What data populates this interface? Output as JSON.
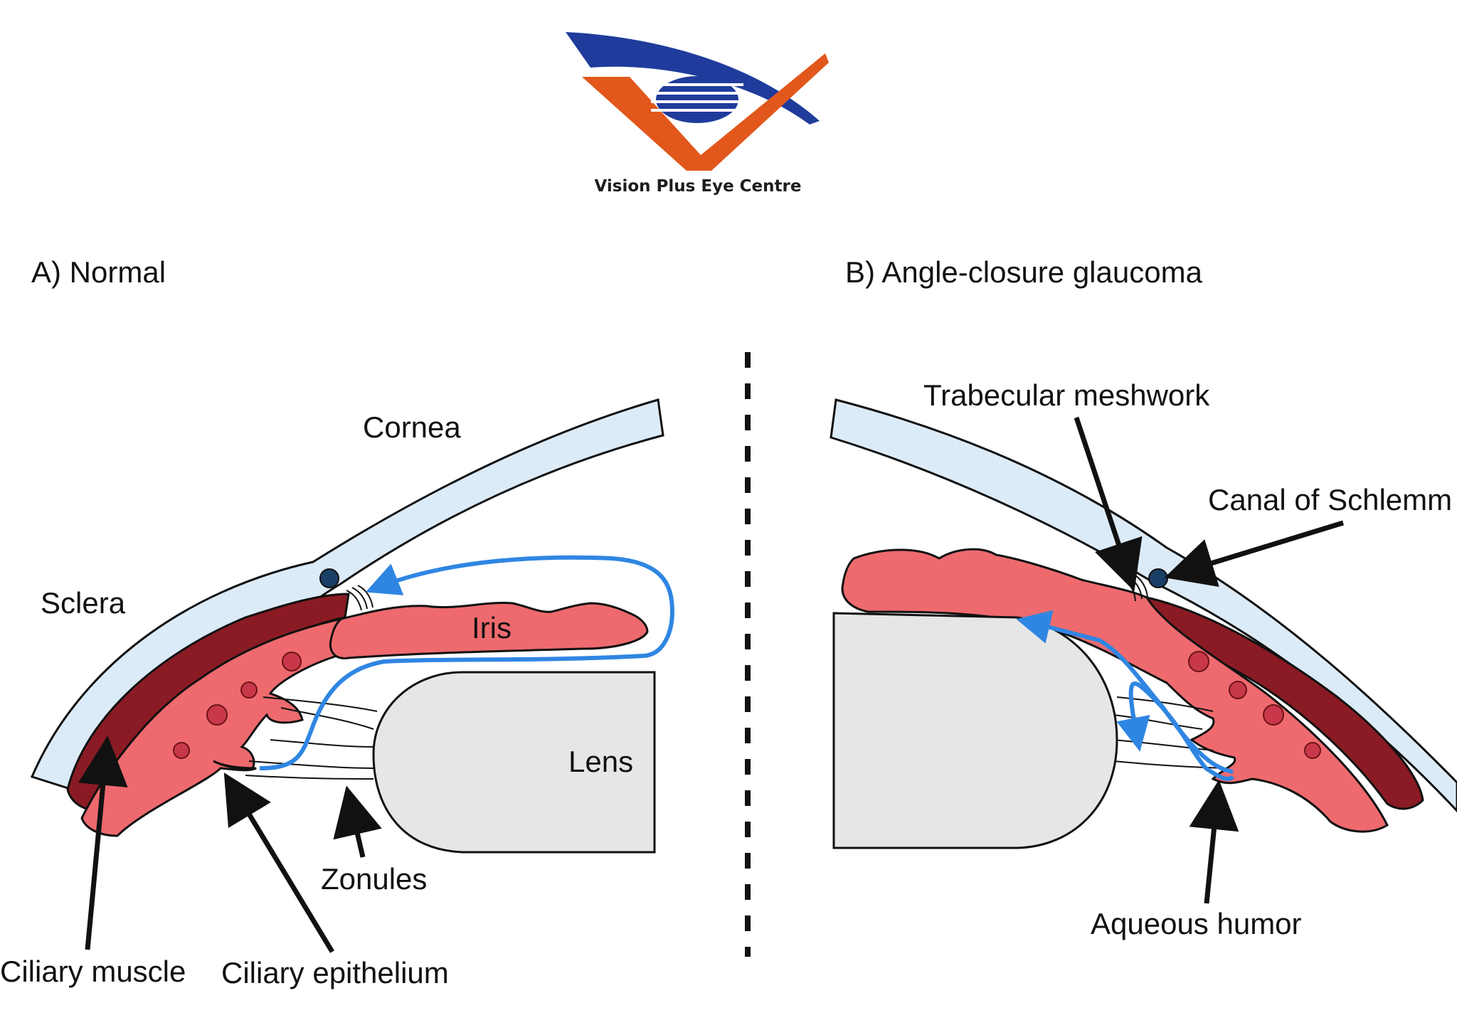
{
  "logo": {
    "name": "Vision Plus Eye Centre",
    "colors": {
      "blue": "#1f3c9c",
      "orange": "#e2571c"
    }
  },
  "panels": {
    "normal": {
      "title": "A) Normal",
      "labels": {
        "cornea": "Cornea",
        "sclera": "Sclera",
        "iris": "Iris",
        "lens": "Lens",
        "zonules": "Zonules",
        "ciliary_muscle": "Ciliary muscle",
        "ciliary_epithelium": "Ciliary epithelium"
      }
    },
    "angle_closure": {
      "title": "B) Angle-closure glaucoma",
      "labels": {
        "trabecular_meshwork": "Trabecular meshwork",
        "canal_of_schlemm": "Canal of Schlemm",
        "aqueous_humor": "Aqueous humor"
      }
    }
  },
  "colors": {
    "cornea": "#dcebf8",
    "iris": "#ee6a6e",
    "ciliary_muscle": "#8a1b24",
    "lens": "#e6e6e6",
    "flow": "#2f86e2",
    "canal": "#1a3f66",
    "outline": "#111111"
  }
}
